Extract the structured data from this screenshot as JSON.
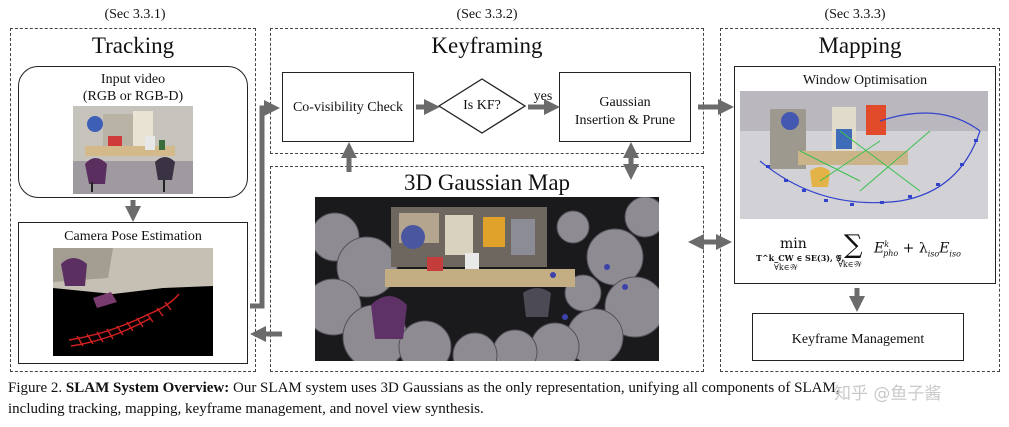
{
  "sections": {
    "tracking_ref": "(Sec 3.3.1)",
    "keyframing_ref": "(Sec 3.3.2)",
    "mapping_ref": "(Sec 3.3.3)"
  },
  "tracking": {
    "title": "Tracking",
    "input_label_line1": "Input video",
    "input_label_line2": "(RGB or RGB-D)",
    "pose_label": "Camera Pose Estimation"
  },
  "keyframing": {
    "title": "Keyframing",
    "covis_label": "Co-visibility Check",
    "decision_label": "Is KF?",
    "yes_label": "yes",
    "insert_line1": "Gaussian",
    "insert_line2": "Insertion & Prune"
  },
  "map": {
    "title": "3D Gaussian Map"
  },
  "mapping": {
    "title": "Mapping",
    "window_label": "Window Optimisation",
    "equation": {
      "op": "min",
      "op_sub1": "T^k_CW ∈ SE(3), 𝒢,",
      "op_sub2": "∀k∈𝒲",
      "sum": "∑",
      "sum_sub": "∀k∈𝒲",
      "term1": "E",
      "term1_sup": "k",
      "term1_sub": "pho",
      "plus": " + λ",
      "lambda_sub": "iso",
      "term2": "E",
      "term2_sub": "iso"
    },
    "kf_mgmt_label": "Keyframe Management"
  },
  "caption": {
    "prefix": "Figure 2. ",
    "bold": "SLAM System Overview:",
    "text_line1": " Our SLAM system uses 3D Gaussians as the only representation, unifying all components of SLAM,",
    "text_line2": "including tracking, mapping, keyframe management, and novel view synthesis."
  },
  "watermark": "知乎 @鱼子酱",
  "colors": {
    "arrow": "#6b6b6b",
    "border": "#333333",
    "trajectory": "#d42020",
    "frustum": "#3344cc"
  }
}
